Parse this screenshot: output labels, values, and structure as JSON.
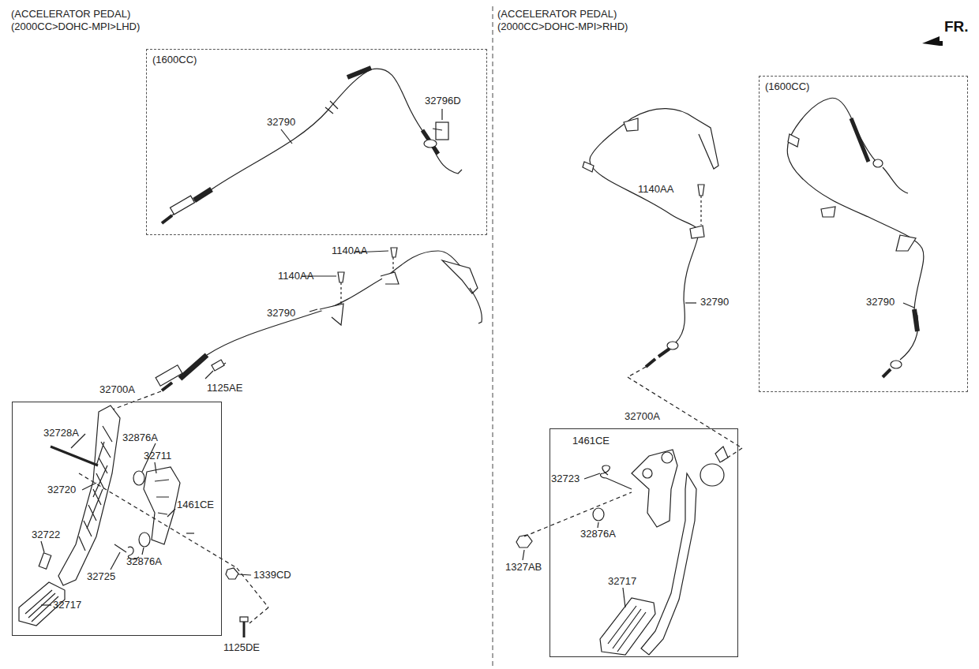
{
  "diagram": {
    "nodes": [
      {
        "text": [
          "(1600CC)"
        ]
      },
      {
        "text": [
          "32700A"
        ]
      },
      {
        "text": [
          "(1600CC)"
        ]
      },
      {
        "text": [
          "32700A"
        ]
      }
    ],
    "labels": [
      "(ACCELERATOR PEDAL)",
      "(2000CC>DOHC-MPI>LHD)",
      "(ACCELERATOR PEDAL)",
      "(2000CC>DOHC-MPI>RHD)",
      "FR.",
      "32790",
      "32796D",
      "1140AA",
      "1140AA",
      "32790",
      "1125AE",
      "32728A",
      "32876A",
      "32711",
      "32720",
      "1461CE",
      "32722",
      "32725",
      "32876A",
      "1339CD",
      "32717",
      "1125DE",
      "1140AA",
      "32790",
      "32790",
      "1461CE",
      "32723",
      "32876A",
      "1327AB",
      "32717"
    ]
  }
}
